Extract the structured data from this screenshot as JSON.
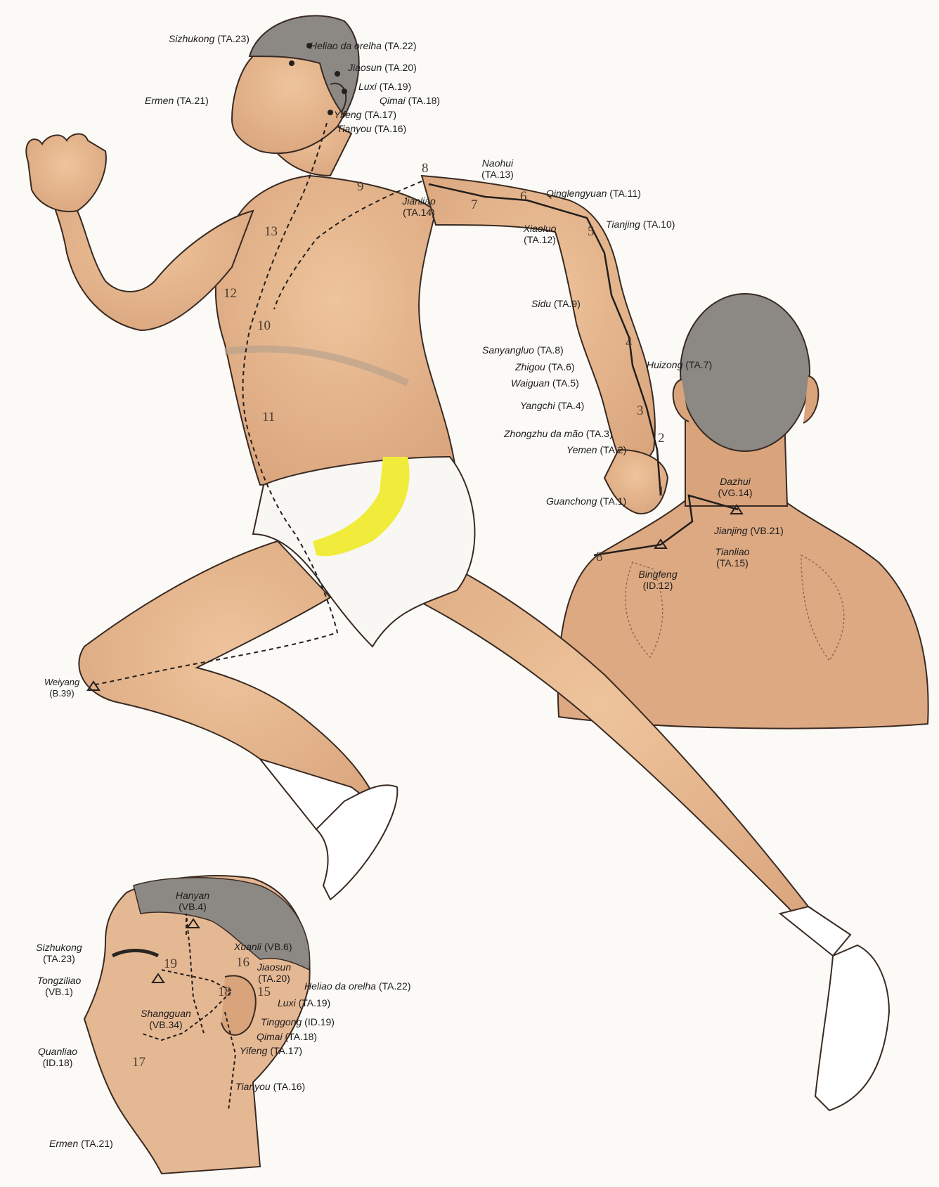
{
  "colors": {
    "skin": "#e6b88f",
    "skin_shade": "#cf9a72",
    "hair": "#8a8782",
    "briefs": "#f8f7f3",
    "highlight": "#f1ec3c",
    "meridian": "#231f1c"
  },
  "runner_labels": [
    {
      "id": "ta23",
      "name": "Sizhukong",
      "code": "(TA.23)"
    },
    {
      "id": "ta22",
      "name": "Heliao da orelha",
      "code": "(TA.22)"
    },
    {
      "id": "ta20",
      "name": "Jiaosun",
      "code": "(TA.20)"
    },
    {
      "id": "ta19",
      "name": "Luxi",
      "code": "(TA.19)"
    },
    {
      "id": "ta18",
      "name": "Qimai",
      "code": "(TA.18)"
    },
    {
      "id": "ta21",
      "name": "Ermen",
      "code": "(TA.21)"
    },
    {
      "id": "ta17",
      "name": "Yifeng",
      "code": "(TA.17)"
    },
    {
      "id": "ta16",
      "name": "Tianyou",
      "code": "(TA.16)"
    },
    {
      "id": "ta13",
      "name": "Naohui",
      "code": "(TA.13)"
    },
    {
      "id": "ta14",
      "name": "Jianliao",
      "code": "(TA.14)"
    },
    {
      "id": "ta11",
      "name": "Qinglengyuan",
      "code": "(TA.11)"
    },
    {
      "id": "ta10",
      "name": "Tianjing",
      "code": "(TA.10)"
    },
    {
      "id": "ta12",
      "name": "Xiaoluo",
      "code": "(TA.12)"
    },
    {
      "id": "ta9",
      "name": "Sidu",
      "code": "(TA.9)"
    },
    {
      "id": "ta8",
      "name": "Sanyangluo",
      "code": "(TA.8)"
    },
    {
      "id": "ta7",
      "name": "Huizong",
      "code": "(TA.7)"
    },
    {
      "id": "ta6",
      "name": "Zhigou",
      "code": "(TA.6)"
    },
    {
      "id": "ta5",
      "name": "Waiguan",
      "code": "(TA.5)"
    },
    {
      "id": "ta4",
      "name": "Yangchi",
      "code": "(TA.4)"
    },
    {
      "id": "ta3",
      "name": "Zhongzhu da mão",
      "code": "(TA.3)"
    },
    {
      "id": "ta2",
      "name": "Yemen",
      "code": "(TA.2)"
    },
    {
      "id": "ta1",
      "name": "Guanchong",
      "code": "(TA.1)"
    },
    {
      "id": "b39",
      "name": "Weiyang",
      "code": "(B.39)"
    }
  ],
  "back_labels": [
    {
      "id": "vg14",
      "name": "Dazhui",
      "code": "(VG.14)"
    },
    {
      "id": "vb21",
      "name": "Jianjing",
      "code": "(VB.21)"
    },
    {
      "id": "ta15",
      "name": "Tianliao",
      "code": "(TA.15)"
    },
    {
      "id": "id12",
      "name": "Bingfeng",
      "code": "(ID.12)"
    }
  ],
  "head_labels": [
    {
      "id": "vb4",
      "name": "Hanyan",
      "code": "(VB.4)"
    },
    {
      "id": "vb6",
      "name": "Xuanli",
      "code": "(VB.6)"
    },
    {
      "id": "h_ta23",
      "name": "Sizhukong",
      "code": "(TA.23)"
    },
    {
      "id": "h_ta20",
      "name": "Jiaosun",
      "code": "(TA.20)"
    },
    {
      "id": "vb1",
      "name": "Tongziliao",
      "code": "(VB.1)"
    },
    {
      "id": "h_ta22",
      "name": "Heliao da orelha",
      "code": "(TA.22)"
    },
    {
      "id": "h_ta19",
      "name": "Luxi",
      "code": "(TA.19)"
    },
    {
      "id": "vb34",
      "name": "Shangguan",
      "code": "(VB.34)"
    },
    {
      "id": "id19",
      "name": "Tinggong",
      "code": "(ID.19)"
    },
    {
      "id": "h_ta18",
      "name": "Qimai",
      "code": "(TA.18)"
    },
    {
      "id": "id18",
      "name": "Quanliao",
      "code": "(ID.18)"
    },
    {
      "id": "h_ta17",
      "name": "Yifeng",
      "code": "(TA.17)"
    },
    {
      "id": "h_ta16",
      "name": "Tianyou",
      "code": "(TA.16)"
    },
    {
      "id": "h_ta21",
      "name": "Ermen",
      "code": "(TA.21)"
    }
  ],
  "path_numbers": [
    "1",
    "2",
    "3",
    "4",
    "5",
    "6",
    "7",
    "8",
    "9",
    "10",
    "11",
    "12",
    "13",
    "8",
    "19",
    "16",
    "18",
    "15",
    "17"
  ]
}
